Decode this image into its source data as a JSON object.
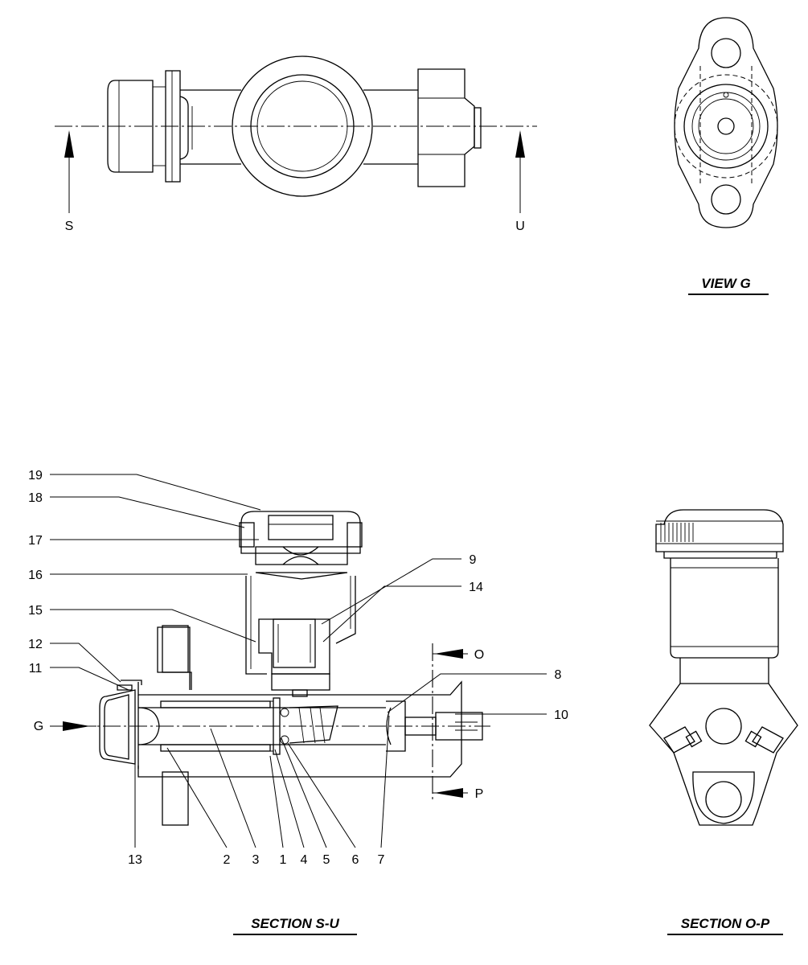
{
  "top_view": {
    "section_labels": [
      "S",
      "U"
    ]
  },
  "view_g": {
    "title": "VIEW G"
  },
  "section_su": {
    "title": "SECTION S-U",
    "view_label": "G",
    "callouts": [
      {
        "num": "19"
      },
      {
        "num": "18"
      },
      {
        "num": "17"
      },
      {
        "num": "16"
      },
      {
        "num": "15"
      },
      {
        "num": "12"
      },
      {
        "num": "11"
      },
      {
        "num": "9"
      },
      {
        "num": "14"
      },
      {
        "num": "8"
      },
      {
        "num": "10"
      },
      {
        "num": "13"
      },
      {
        "num": "2"
      },
      {
        "num": "3"
      },
      {
        "num": "1"
      },
      {
        "num": "4"
      },
      {
        "num": "5"
      },
      {
        "num": "6"
      },
      {
        "num": "7"
      }
    ],
    "cut_labels": [
      "O",
      "P"
    ]
  },
  "section_op": {
    "title": "SECTION O-P"
  }
}
